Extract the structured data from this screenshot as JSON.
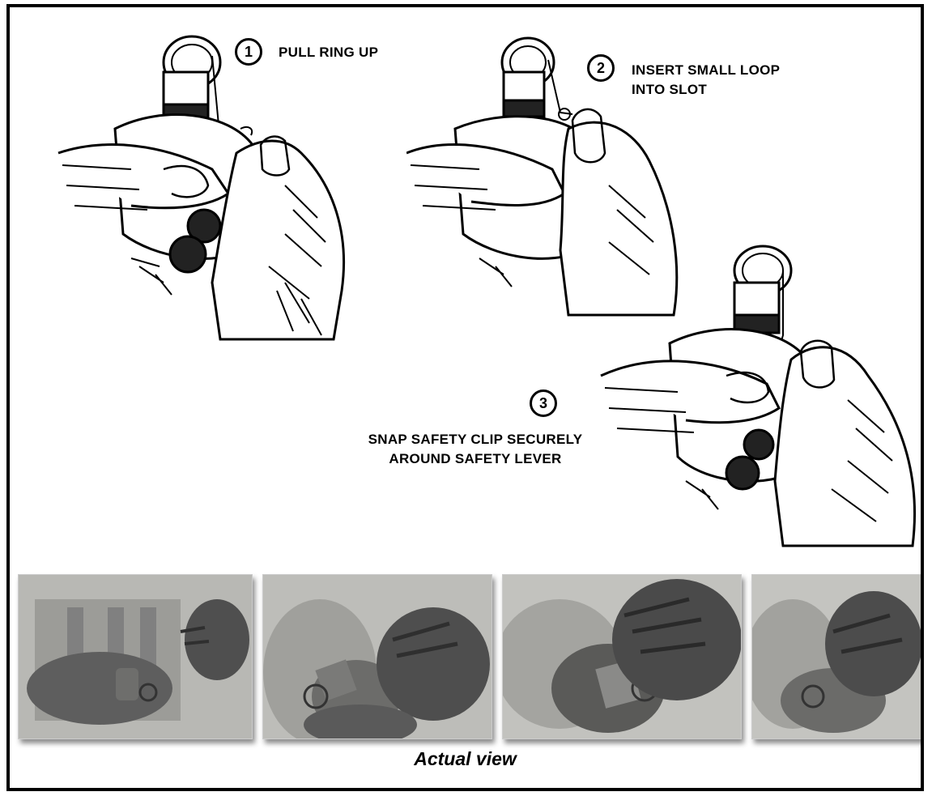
{
  "steps": [
    {
      "number": "1",
      "label": "PULL RING UP"
    },
    {
      "number": "2",
      "label": "INSERT SMALL LOOP\nINTO SLOT"
    },
    {
      "number": "3",
      "label": "SNAP SAFETY CLIP SECURELY\nAROUND SAFETY LEVER"
    }
  ],
  "caption": "Actual view",
  "colors": {
    "ink": "#000000",
    "camo_light": "#c8c8c4",
    "camo_dark": "#8e8e8a",
    "skin": "#5a5a5a",
    "grenade": "#7a7a78"
  }
}
